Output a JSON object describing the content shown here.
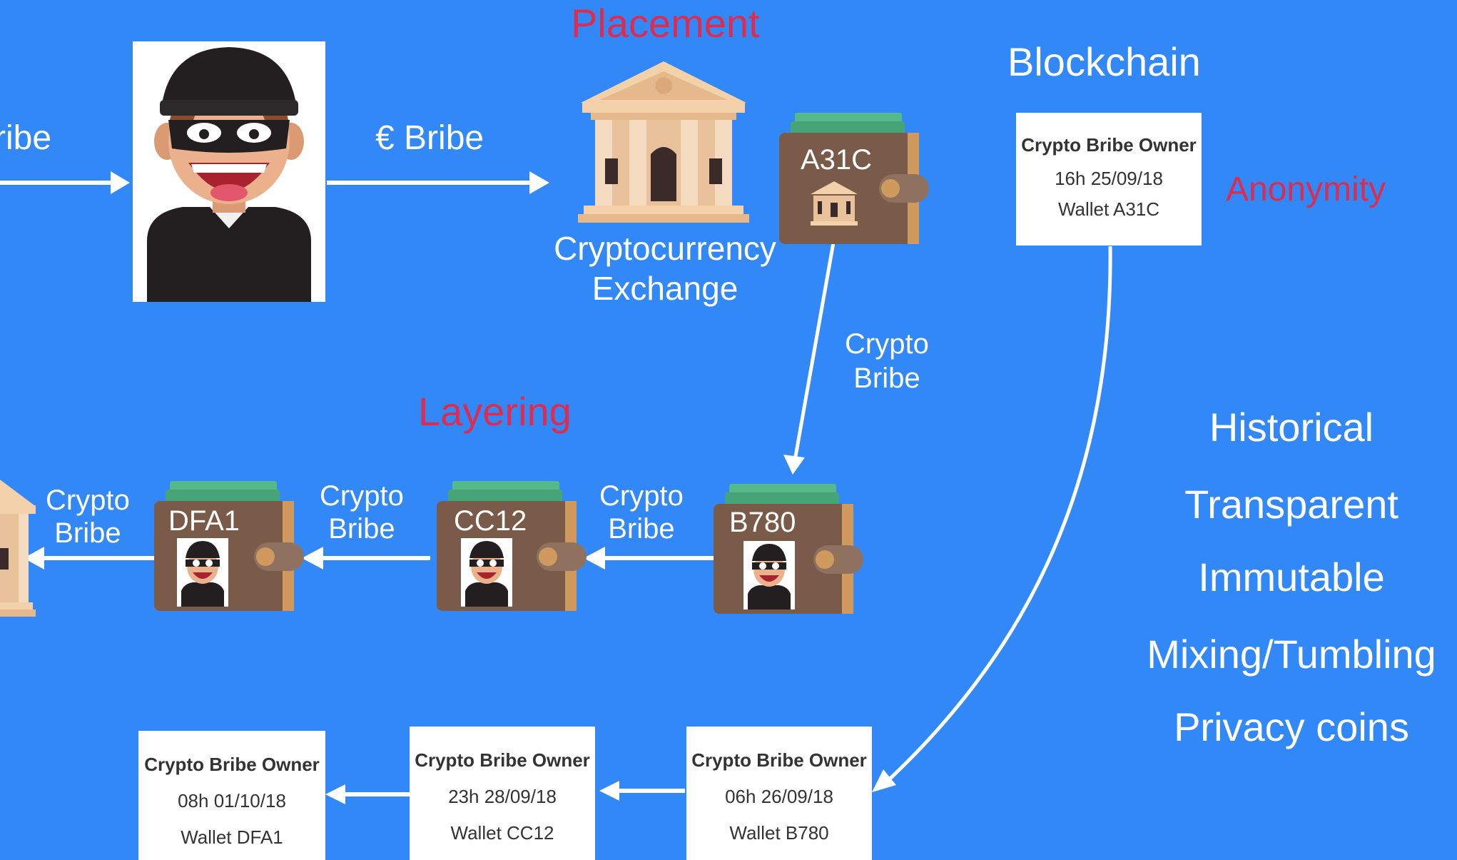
{
  "stages": {
    "placement": "Placement",
    "layering": "Layering",
    "anonymity": "Anonymity"
  },
  "flow_labels": {
    "bribe_left": "Bribe",
    "euro_bribe": "€ Bribe",
    "crypto_bribe_1": [
      "Crypto",
      "Bribe"
    ],
    "crypto_bribe_2": [
      "Crypto",
      "Bribe"
    ],
    "crypto_bribe_3": [
      "Crypto",
      "Bribe"
    ],
    "crypto_bribe_4": [
      "Crypto",
      "Bribe"
    ]
  },
  "exchange": {
    "line1": "Cryptocurrency",
    "line2": "Exchange"
  },
  "blockchain": {
    "title": "Blockchain"
  },
  "wallets": {
    "a31c": "A31C",
    "b780": "B780",
    "cc12": "CC12",
    "dfa1": "DFA1"
  },
  "cards": {
    "top": {
      "title": "Crypto Bribe Owner",
      "time": "16h 25/09/18",
      "wallet": "Wallet A31C"
    },
    "b780": {
      "title": "Crypto Bribe Owner",
      "time": "06h 26/09/18",
      "wallet": "Wallet B780"
    },
    "cc12": {
      "title": "Crypto Bribe Owner",
      "time": "23h 28/09/18",
      "wallet": "Wallet CC12"
    },
    "dfa1": {
      "title": "Crypto Bribe Owner",
      "time": "08h 01/10/18",
      "wallet": "Wallet DFA1"
    }
  },
  "properties": [
    "Historical",
    "Transparent",
    "Immutable",
    "Mixing/Tumbling",
    "Privacy coins"
  ],
  "colors": {
    "background": "#3388f7",
    "stage_red": "#dc2d50",
    "wallet_brown": "#7a5a48",
    "wallet_clasp": "#d09a5f",
    "cash_green": "#56b98a",
    "building": "#f3d1ab"
  },
  "icons": [
    "thief-icon",
    "bank-icon",
    "wallet-icon"
  ]
}
